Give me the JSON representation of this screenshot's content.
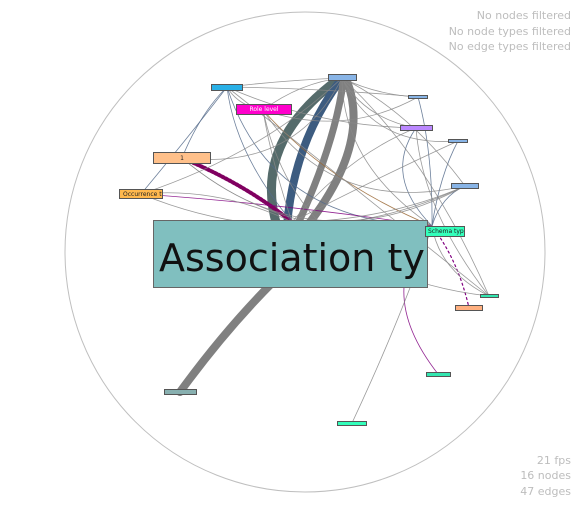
{
  "status": {
    "filters": [
      "No nodes filtered",
      "No node types filtered",
      "No edge types filtered"
    ],
    "fps": "21 fps",
    "node_count": "16 nodes",
    "edge_count": "47 edges"
  },
  "graph": {
    "nodes": [
      {
        "id": "assoc",
        "label": "Association type",
        "color": "#80bfbf",
        "size": "large"
      },
      {
        "id": "schema",
        "label": "Schema type",
        "color": "#33ffbb",
        "size": "mid"
      },
      {
        "id": "occ",
        "label": "Occurrence type",
        "color": "#ffb84d",
        "size": "mid"
      },
      {
        "id": "role",
        "label": "Role level",
        "color": "#ff00cc",
        "size": "mid"
      },
      {
        "id": "one",
        "label": "1",
        "color": "#ffc08a",
        "size": "mid"
      },
      {
        "id": "top",
        "label": "",
        "color": "#88b4e6",
        "size": "small"
      },
      {
        "id": "tl",
        "label": "",
        "color": "#29b0e6",
        "size": "small"
      },
      {
        "id": "violet",
        "label": "",
        "color": "#bb88ff",
        "size": "small"
      },
      {
        "id": "r1",
        "label": "",
        "color": "#88b4e6",
        "size": "small"
      },
      {
        "id": "r2",
        "label": "",
        "color": "#88b4e6",
        "size": "small"
      },
      {
        "id": "r3",
        "label": "",
        "color": "#88b4e6",
        "size": "small"
      },
      {
        "id": "orange",
        "label": "",
        "color": "#ffb080",
        "size": "small"
      },
      {
        "id": "mint",
        "label": "",
        "color": "#33e6b0",
        "size": "small"
      },
      {
        "id": "teal1",
        "label": "",
        "color": "#33e6b0",
        "size": "small"
      },
      {
        "id": "grey",
        "label": "",
        "color": "#88b0b0",
        "size": "small"
      },
      {
        "id": "bottom",
        "label": "",
        "color": "#33ffbb",
        "size": "small"
      }
    ],
    "edges": [
      {
        "from": "top",
        "to": "assoc",
        "color": "#556b6b",
        "weight": "heavy"
      },
      {
        "from": "top",
        "to": "assoc",
        "color": "#3d5c80",
        "weight": "heavy"
      },
      {
        "from": "top",
        "to": "assoc",
        "color": "#808080",
        "weight": "heavy"
      },
      {
        "from": "top",
        "to": "assoc",
        "color": "#808080",
        "weight": "heavy"
      },
      {
        "from": "grey",
        "to": "assoc",
        "color": "#808080",
        "weight": "heavy"
      },
      {
        "from": "one",
        "to": "assoc",
        "color": "#800060",
        "weight": "dotted"
      },
      {
        "from": "schema",
        "to": "orange",
        "color": "#800080",
        "weight": "dotted"
      },
      {
        "from": "role",
        "to": "schema",
        "color": "#996633",
        "weight": "thin"
      },
      {
        "from": "top",
        "to": "schema",
        "color": "#888888",
        "weight": "thin"
      },
      {
        "from": "tl",
        "to": "schema",
        "color": "#556b8b",
        "weight": "thin"
      },
      {
        "from": "tl",
        "to": "occ",
        "color": "#556b8b",
        "weight": "thin"
      },
      {
        "from": "tl",
        "to": "one",
        "color": "#556b8b",
        "weight": "thin"
      },
      {
        "from": "tl",
        "to": "assoc",
        "color": "#556b8b",
        "weight": "thin"
      },
      {
        "from": "tl",
        "to": "role",
        "color": "#888888",
        "weight": "thin"
      },
      {
        "from": "violet",
        "to": "schema",
        "color": "#556b8b",
        "weight": "thin"
      },
      {
        "from": "r1",
        "to": "schema",
        "color": "#556b8b",
        "weight": "thin"
      },
      {
        "from": "r2",
        "to": "schema",
        "color": "#556b8b",
        "weight": "thin"
      },
      {
        "from": "r3",
        "to": "schema",
        "color": "#556b8b",
        "weight": "thin"
      },
      {
        "from": "schema",
        "to": "mint",
        "color": "#888888",
        "weight": "thin"
      },
      {
        "from": "schema",
        "to": "teal1",
        "color": "#800080",
        "weight": "thin"
      },
      {
        "from": "schema",
        "to": "bottom",
        "color": "#888888",
        "weight": "thin"
      },
      {
        "from": "occ",
        "to": "schema",
        "color": "#800080",
        "weight": "thin"
      },
      {
        "from": "occ",
        "to": "top",
        "color": "#888888",
        "weight": "thin"
      },
      {
        "from": "one",
        "to": "schema",
        "color": "#888888",
        "weight": "thin"
      },
      {
        "from": "one",
        "to": "top",
        "color": "#888888",
        "weight": "thin"
      },
      {
        "from": "occ",
        "to": "assoc",
        "color": "#888888",
        "weight": "thin"
      },
      {
        "from": "role",
        "to": "assoc",
        "color": "#888888",
        "weight": "thin"
      },
      {
        "from": "top",
        "to": "r1",
        "color": "#888888",
        "weight": "thin"
      },
      {
        "from": "top",
        "to": "violet",
        "color": "#888888",
        "weight": "thin"
      },
      {
        "from": "top",
        "to": "r2",
        "color": "#888888",
        "weight": "thin"
      },
      {
        "from": "top",
        "to": "r3",
        "color": "#888888",
        "weight": "thin"
      },
      {
        "from": "tl",
        "to": "r1",
        "color": "#888888",
        "weight": "thin"
      },
      {
        "from": "tl",
        "to": "violet",
        "color": "#888888",
        "weight": "thin"
      },
      {
        "from": "occ",
        "to": "r3",
        "color": "#888888",
        "weight": "thin"
      },
      {
        "from": "one",
        "to": "r3",
        "color": "#888888",
        "weight": "thin"
      },
      {
        "from": "assoc",
        "to": "violet",
        "color": "#888888",
        "weight": "thin"
      },
      {
        "from": "assoc",
        "to": "r2",
        "color": "#888888",
        "weight": "thin"
      },
      {
        "from": "assoc",
        "to": "r3",
        "color": "#888888",
        "weight": "thin"
      },
      {
        "from": "role",
        "to": "r1",
        "color": "#888888",
        "weight": "thin"
      },
      {
        "from": "role",
        "to": "r3",
        "color": "#888888",
        "weight": "thin"
      },
      {
        "from": "top",
        "to": "mint",
        "color": "#888888",
        "weight": "thin"
      },
      {
        "from": "tl",
        "to": "mint",
        "color": "#888888",
        "weight": "thin"
      },
      {
        "from": "violet",
        "to": "mint",
        "color": "#888888",
        "weight": "thin"
      },
      {
        "from": "assoc",
        "to": "schema",
        "color": "#888888",
        "weight": "thin"
      },
      {
        "from": "role",
        "to": "mint",
        "color": "#888888",
        "weight": "thin"
      },
      {
        "from": "top",
        "to": "tl",
        "color": "#888888",
        "weight": "thin"
      },
      {
        "from": "top",
        "to": "role",
        "color": "#888888",
        "weight": "thin"
      }
    ]
  }
}
